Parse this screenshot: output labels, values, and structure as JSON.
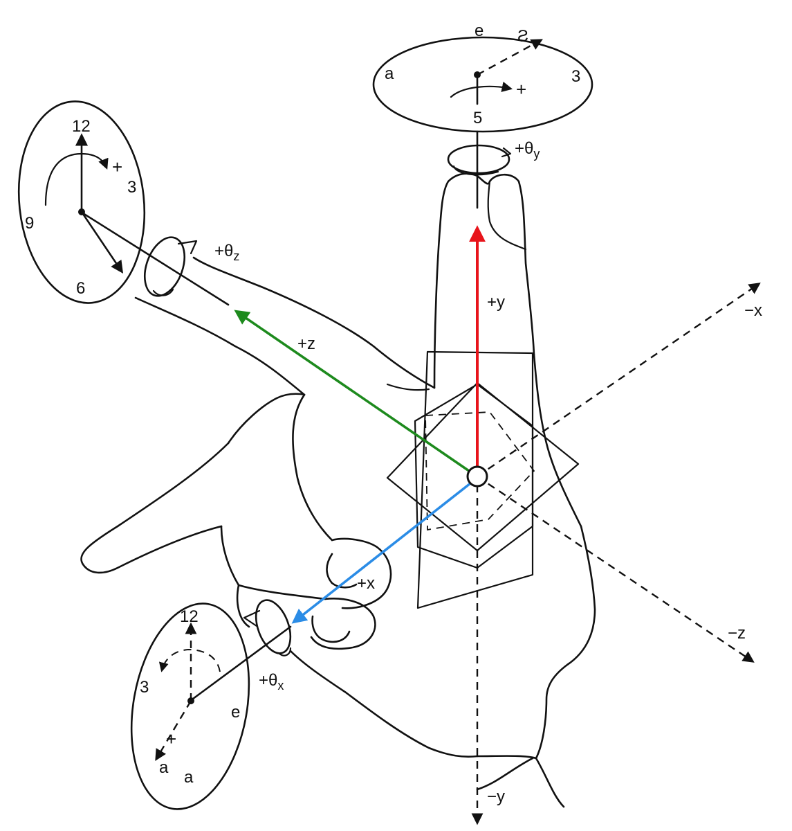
{
  "colors": {
    "y_axis": "#e8141b",
    "z_axis": "#1d8a1d",
    "x_axis": "#2b8ce6",
    "ink": "#111111"
  },
  "axes": {
    "pos_y": "+y",
    "pos_z": "+z",
    "pos_x": "+x",
    "neg_x": "−x",
    "neg_z": "−z",
    "neg_y": "−y"
  },
  "rotations": {
    "theta_y": {
      "prefix": "+θ",
      "sub": "y"
    },
    "theta_z": {
      "prefix": "+θ",
      "sub": "z"
    },
    "theta_x": {
      "prefix": "+θ",
      "sub": "x"
    }
  },
  "clock_top": {
    "n12": "e",
    "n3": "3",
    "n6": "5",
    "n9": "a",
    "hand_label": "Ƨ",
    "dir": "+"
  },
  "clock_left": {
    "n12": "12",
    "n3": "3",
    "n6": "6",
    "n9": "9",
    "dir": "+"
  },
  "clock_bottom": {
    "n12": "12",
    "n3": "3",
    "n_right": "e",
    "n_low1": "a",
    "n_low2": "a",
    "dir": "+"
  }
}
